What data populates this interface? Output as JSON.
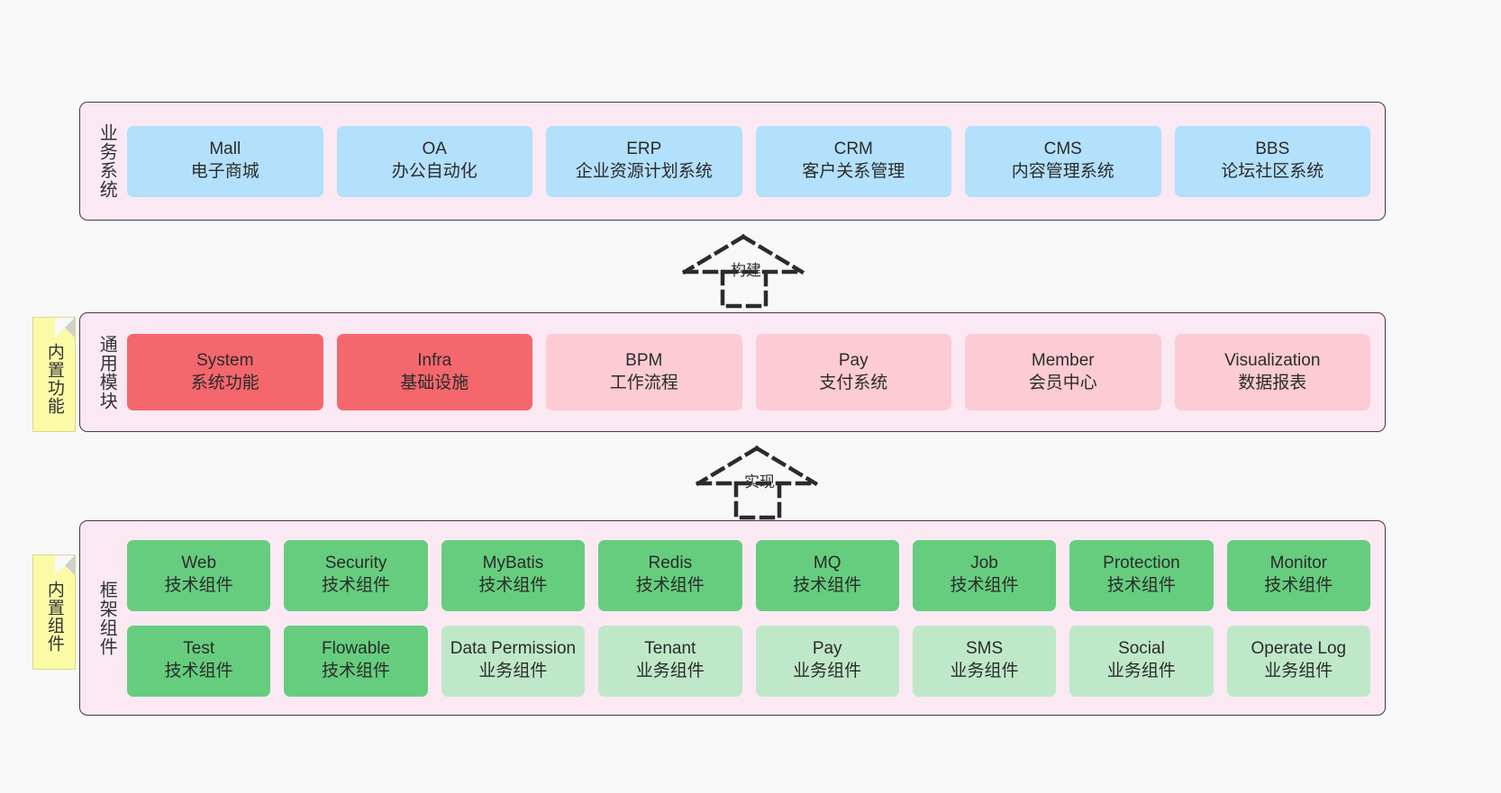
{
  "diagram": {
    "background": "#f8f8f8",
    "layer_fill": "#fae9f3",
    "layer_border": "#3f3a47"
  },
  "layers": [
    {
      "id": "business-system",
      "title": "业务系统",
      "rows": [
        [
          {
            "en": "Mall",
            "cn": "电子商城",
            "color": "#b3e0fb"
          },
          {
            "en": "OA",
            "cn": "办公自动化",
            "color": "#b3e0fb"
          },
          {
            "en": "ERP",
            "cn": "企业资源计划系统",
            "color": "#b3e0fb"
          },
          {
            "en": "CRM",
            "cn": "客户关系管理",
            "color": "#b3e0fb"
          },
          {
            "en": "CMS",
            "cn": "内容管理系统",
            "color": "#b3e0fb"
          },
          {
            "en": "BBS",
            "cn": "论坛社区系统",
            "color": "#b3e0fb"
          }
        ]
      ]
    },
    {
      "id": "common-module",
      "title": "通用模块",
      "note": "内置功能",
      "rows": [
        [
          {
            "en": "System",
            "cn": "系统功能",
            "color": "#f4676d"
          },
          {
            "en": "Infra",
            "cn": "基础设施",
            "color": "#f4676d"
          },
          {
            "en": "BPM",
            "cn": "工作流程",
            "color": "#fccbd3"
          },
          {
            "en": "Pay",
            "cn": "支付系统",
            "color": "#fccbd3"
          },
          {
            "en": "Member",
            "cn": "会员中心",
            "color": "#fccbd3"
          },
          {
            "en": "Visualization",
            "cn": "数据报表",
            "color": "#fccbd3"
          }
        ]
      ]
    },
    {
      "id": "framework-component",
      "title": "框架组件",
      "note": "内置组件",
      "rows": [
        [
          {
            "en": "Web",
            "cn": "技术组件",
            "color": "#66cd7e"
          },
          {
            "en": "Security",
            "cn": "技术组件",
            "color": "#66cd7e"
          },
          {
            "en": "MyBatis",
            "cn": "技术组件",
            "color": "#66cd7e"
          },
          {
            "en": "Redis",
            "cn": "技术组件",
            "color": "#66cd7e"
          },
          {
            "en": "MQ",
            "cn": "技术组件",
            "color": "#66cd7e"
          },
          {
            "en": "Job",
            "cn": "技术组件",
            "color": "#66cd7e"
          },
          {
            "en": "Protection",
            "cn": "技术组件",
            "color": "#66cd7e"
          },
          {
            "en": "Monitor",
            "cn": "技术组件",
            "color": "#66cd7e"
          }
        ],
        [
          {
            "en": "Test",
            "cn": "技术组件",
            "color": "#66cd7e"
          },
          {
            "en": "Flowable",
            "cn": "技术组件",
            "color": "#66cd7e"
          },
          {
            "en": "Data Permission",
            "cn": "业务组件",
            "color": "#bfe8c9"
          },
          {
            "en": "Tenant",
            "cn": "业务组件",
            "color": "#bfe8c9"
          },
          {
            "en": "Pay",
            "cn": "业务组件",
            "color": "#bfe8c9"
          },
          {
            "en": "SMS",
            "cn": "业务组件",
            "color": "#bfe8c9"
          },
          {
            "en": "Social",
            "cn": "业务组件",
            "color": "#bfe8c9"
          },
          {
            "en": "Operate Log",
            "cn": "业务组件",
            "color": "#bfe8c9"
          }
        ]
      ]
    }
  ],
  "connectors": [
    {
      "id": "build",
      "label": "构建"
    },
    {
      "id": "implement",
      "label": "实现"
    }
  ]
}
